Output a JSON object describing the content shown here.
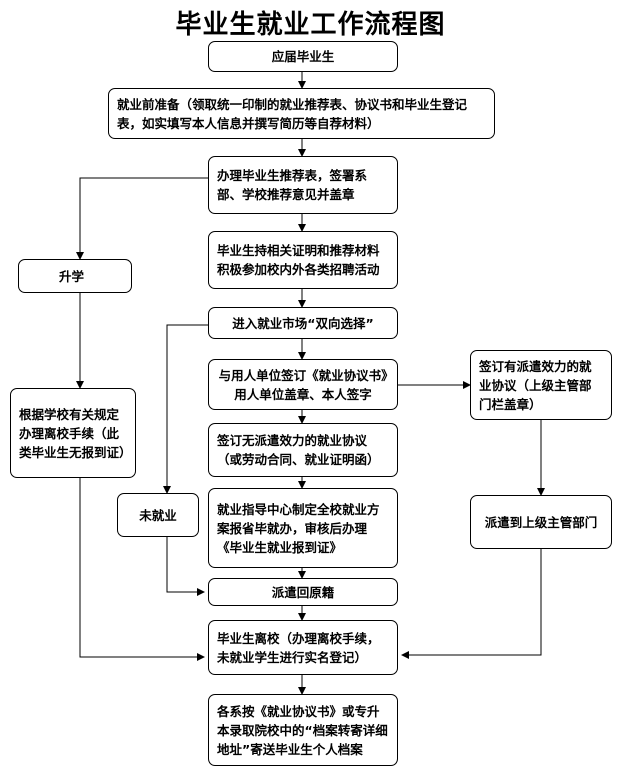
{
  "title": "毕业生就业工作流程图",
  "nodes": {
    "graduate": "应届毕业生",
    "prep": "就业前准备（领取统一印制的就业推荐表、协议书和毕业生登记表，如实填写本人信息并撰写简历等自荐材料）",
    "recommend": "办理毕业生推荐表，签署系部、学校推荐意见并盖章",
    "job_fair": "毕业生持相关证明和推荐材料积极参加校内外各类招聘活动",
    "market": "进入就业市场“双向选择”",
    "sign_agreement": "与用人单位签订《就业协议书》用人单位盖章、本人签字",
    "no_dispatch_agreement": "签订无派遣效力的就业协议（或劳动合同、就业证明函）",
    "center_plan": "就业指导中心制定全校就业方案报省毕就办，审核后办理《毕业生就业报到证》",
    "return_home": "派遣回原籍",
    "leave_school": "毕业生离校（办理离校手续，未就业学生进行实名登记）",
    "archives": "各系按《就业协议书》或专升本录取院校中的“档案转寄详细地址”寄送毕业生个人档案",
    "further_study": "升学",
    "study_procedure": "根据学校有关规定办理离校手续（此类毕业生无报到证）",
    "unemployed": "未就业",
    "dispatch_agreement": "签订有派遣效力的就业协议（上级主管部门栏盖章）",
    "dispatch_superior": "派遣到上级主管部门"
  }
}
